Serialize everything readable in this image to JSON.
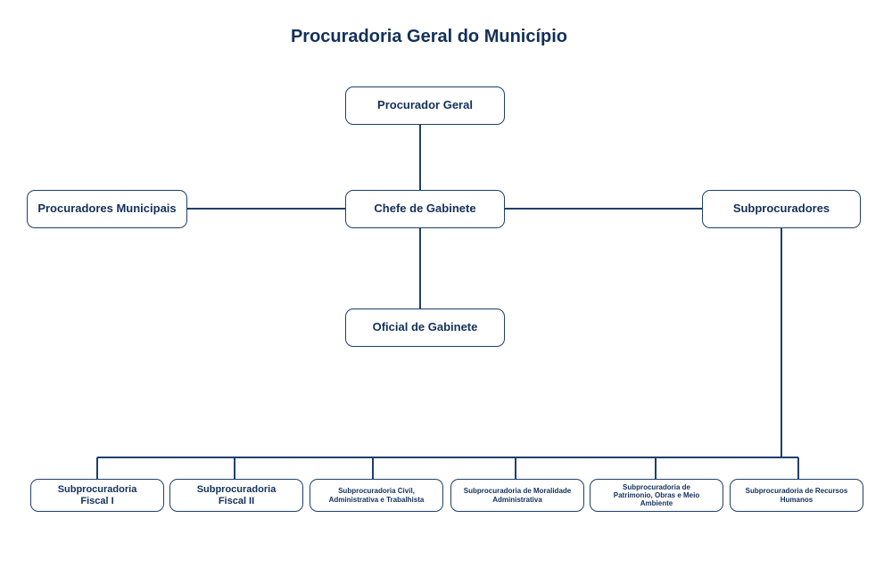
{
  "title": "Procuradoria Geral do Município",
  "nodes": {
    "procurador_geral": "Procurador Geral",
    "chefe_gabinete": "Chefe de Gabinete",
    "procuradores_municipais": "Procuradores Municipais",
    "subprocuradores": "Subprocuradores",
    "oficial_gabinete": "Oficial de Gabinete",
    "fiscal_1": "Subprocuradoria Fiscal I",
    "fiscal_2": "Subprocuradoria Fiscal II",
    "civil": "Subprocuradoria Civil, Administrativa e Trabalhista",
    "moralidade": "Subprocuradoria de Moralidade Administrativa",
    "patrimonio": "Subprocuradoria de Patrimonio, Obras e Meio Ambiente",
    "recursos_humanos": "Subprocuradoria de Recursos Humanos"
  },
  "colors": {
    "text": "#13305a",
    "line": "#1f3f6b"
  }
}
